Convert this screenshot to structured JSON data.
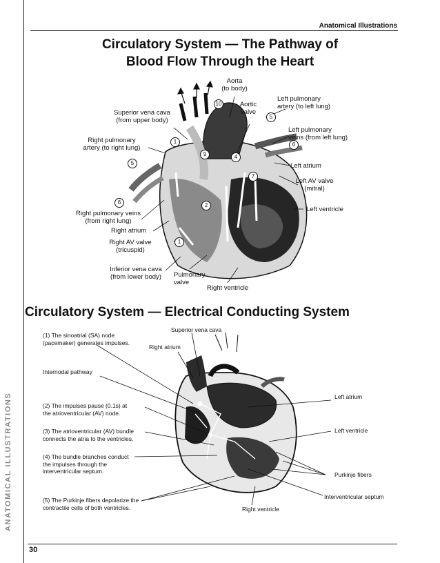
{
  "header": {
    "section": "Anatomical Illustrations"
  },
  "side_text": "ANATOMICAL ILLUSTRATIONS",
  "page_number": "30",
  "figure1": {
    "title_line1": "Circulatory System — The Pathway of",
    "title_line2": "Blood Flow Through the Heart",
    "labels": {
      "aorta_l1": "Aorta",
      "aorta_l2": "(to body)",
      "aortic_valve_l1": "Aortic",
      "aortic_valve_l2": "valve",
      "left_pulm_artery_l1": "Left pulmonary",
      "left_pulm_artery_l2": "artery (to left lung)",
      "svc_l1": "Superior vena cava",
      "svc_l2": "(from upper body)",
      "left_pulm_veins_l1": "Left pulmonary",
      "left_pulm_veins_l2": "veins (from left lung)",
      "right_pulm_artery_l1": "Right pulmonary",
      "right_pulm_artery_l2": "artery (to right lung)",
      "left_atrium": "Left atrium",
      "left_av_valve_l1": "Left AV valve",
      "left_av_valve_l2": "(mitral)",
      "left_ventricle": "Left ventricle",
      "right_pulm_veins_l1": "Right pulmonary veins",
      "right_pulm_veins_l2": "(from right lung)",
      "right_atrium": "Right atrium",
      "right_av_valve_l1": "Right AV valve",
      "right_av_valve_l2": "(tricuspid)",
      "ivc_l1": "Inferior vena cava",
      "ivc_l2": "(from lower body)",
      "pulm_valve_l1": "Pulmonary",
      "pulm_valve_l2": "valve",
      "right_ventricle": "Right ventricle"
    },
    "step_markers": {
      "n1": "1",
      "n2": "2",
      "n4": "4",
      "n5a": "5",
      "n5b": "5",
      "n6a": "6",
      "n6b": "6",
      "n7": "7",
      "n9": "9",
      "n10": "10"
    }
  },
  "figure2": {
    "title": "Circulatory System — Electrical Conducting System",
    "labels": {
      "svc": "Superior vena cava",
      "right_atrium": "Right atrium",
      "sa_node_l1": "(1) The sinoatrial (SA) node",
      "sa_node_l2": "(pacemaker) generates impulses.",
      "internodal": "Internodal pathway",
      "av_node_l1": "(2) The impulses pause (0.1s) at",
      "av_node_l2": "the atrioventricular (AV) node.",
      "av_bundle_l1": "(3) The atrioventricular (AV) bundle",
      "av_bundle_l2": "connects the atria to the ventricles.",
      "bundle_branches_l1": "(4) The bundle branches conduct",
      "bundle_branches_l2": "the impulses through the",
      "bundle_branches_l3": "interventricular septum.",
      "purkinje_step_l1": "(5) The Purkinje fibers depolarize the",
      "purkinje_step_l2": "contractile cells of both ventricles.",
      "left_atrium": "Left atrium",
      "left_ventricle": "Left ventricle",
      "purkinje_fibers": "Purkinje fibers",
      "interventricular_septum": "Interventricular septum",
      "right_ventricle": "Right ventricle"
    }
  }
}
